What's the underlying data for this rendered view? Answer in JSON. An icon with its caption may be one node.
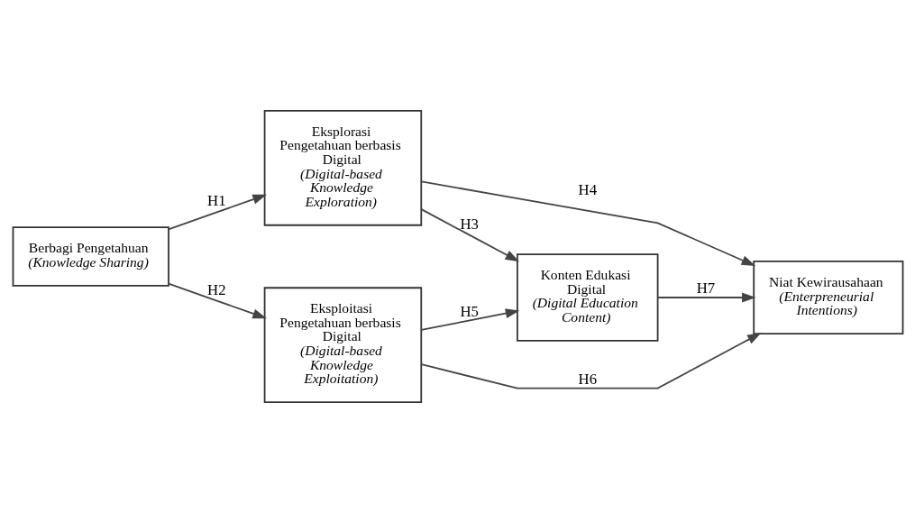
{
  "diagram": {
    "nodes": [
      {
        "text": [
          "Berbagi Pengetahuan",
          "(Knowledge Sharing)"
        ]
      },
      {
        "text": [
          "Eksplorasi Pengetahuan berbasis Digital",
          "(Digital-based Knowledge Exploration)"
        ]
      },
      {
        "text": [
          "Eksploitasi Pengetahuan berbasis Digital",
          "(Digital-based Knowledge Exploitation)"
        ]
      },
      {
        "text": [
          "Konten Edukasi Digital",
          "(Digital Education Content)"
        ]
      },
      {
        "text": [
          "Niat Kewirausahaan",
          "(Enterpreneurial Intentions)"
        ]
      }
    ],
    "edges": [
      {
        "from": 0,
        "to": 1,
        "arrow": "to",
        "label": "H1"
      },
      {
        "from": 0,
        "to": 2,
        "arrow": "to",
        "label": "H2"
      },
      {
        "from": 1,
        "to": 3,
        "arrow": "to",
        "label": "H3"
      },
      {
        "from": 1,
        "to": 4,
        "arrow": "to",
        "label": "H4"
      },
      {
        "from": 2,
        "to": 3,
        "arrow": "to",
        "label": "H5"
      },
      {
        "from": 2,
        "to": 4,
        "arrow": "to",
        "label": "H6"
      },
      {
        "from": 3,
        "to": 4,
        "arrow": "to",
        "label": "H7"
      }
    ]
  }
}
